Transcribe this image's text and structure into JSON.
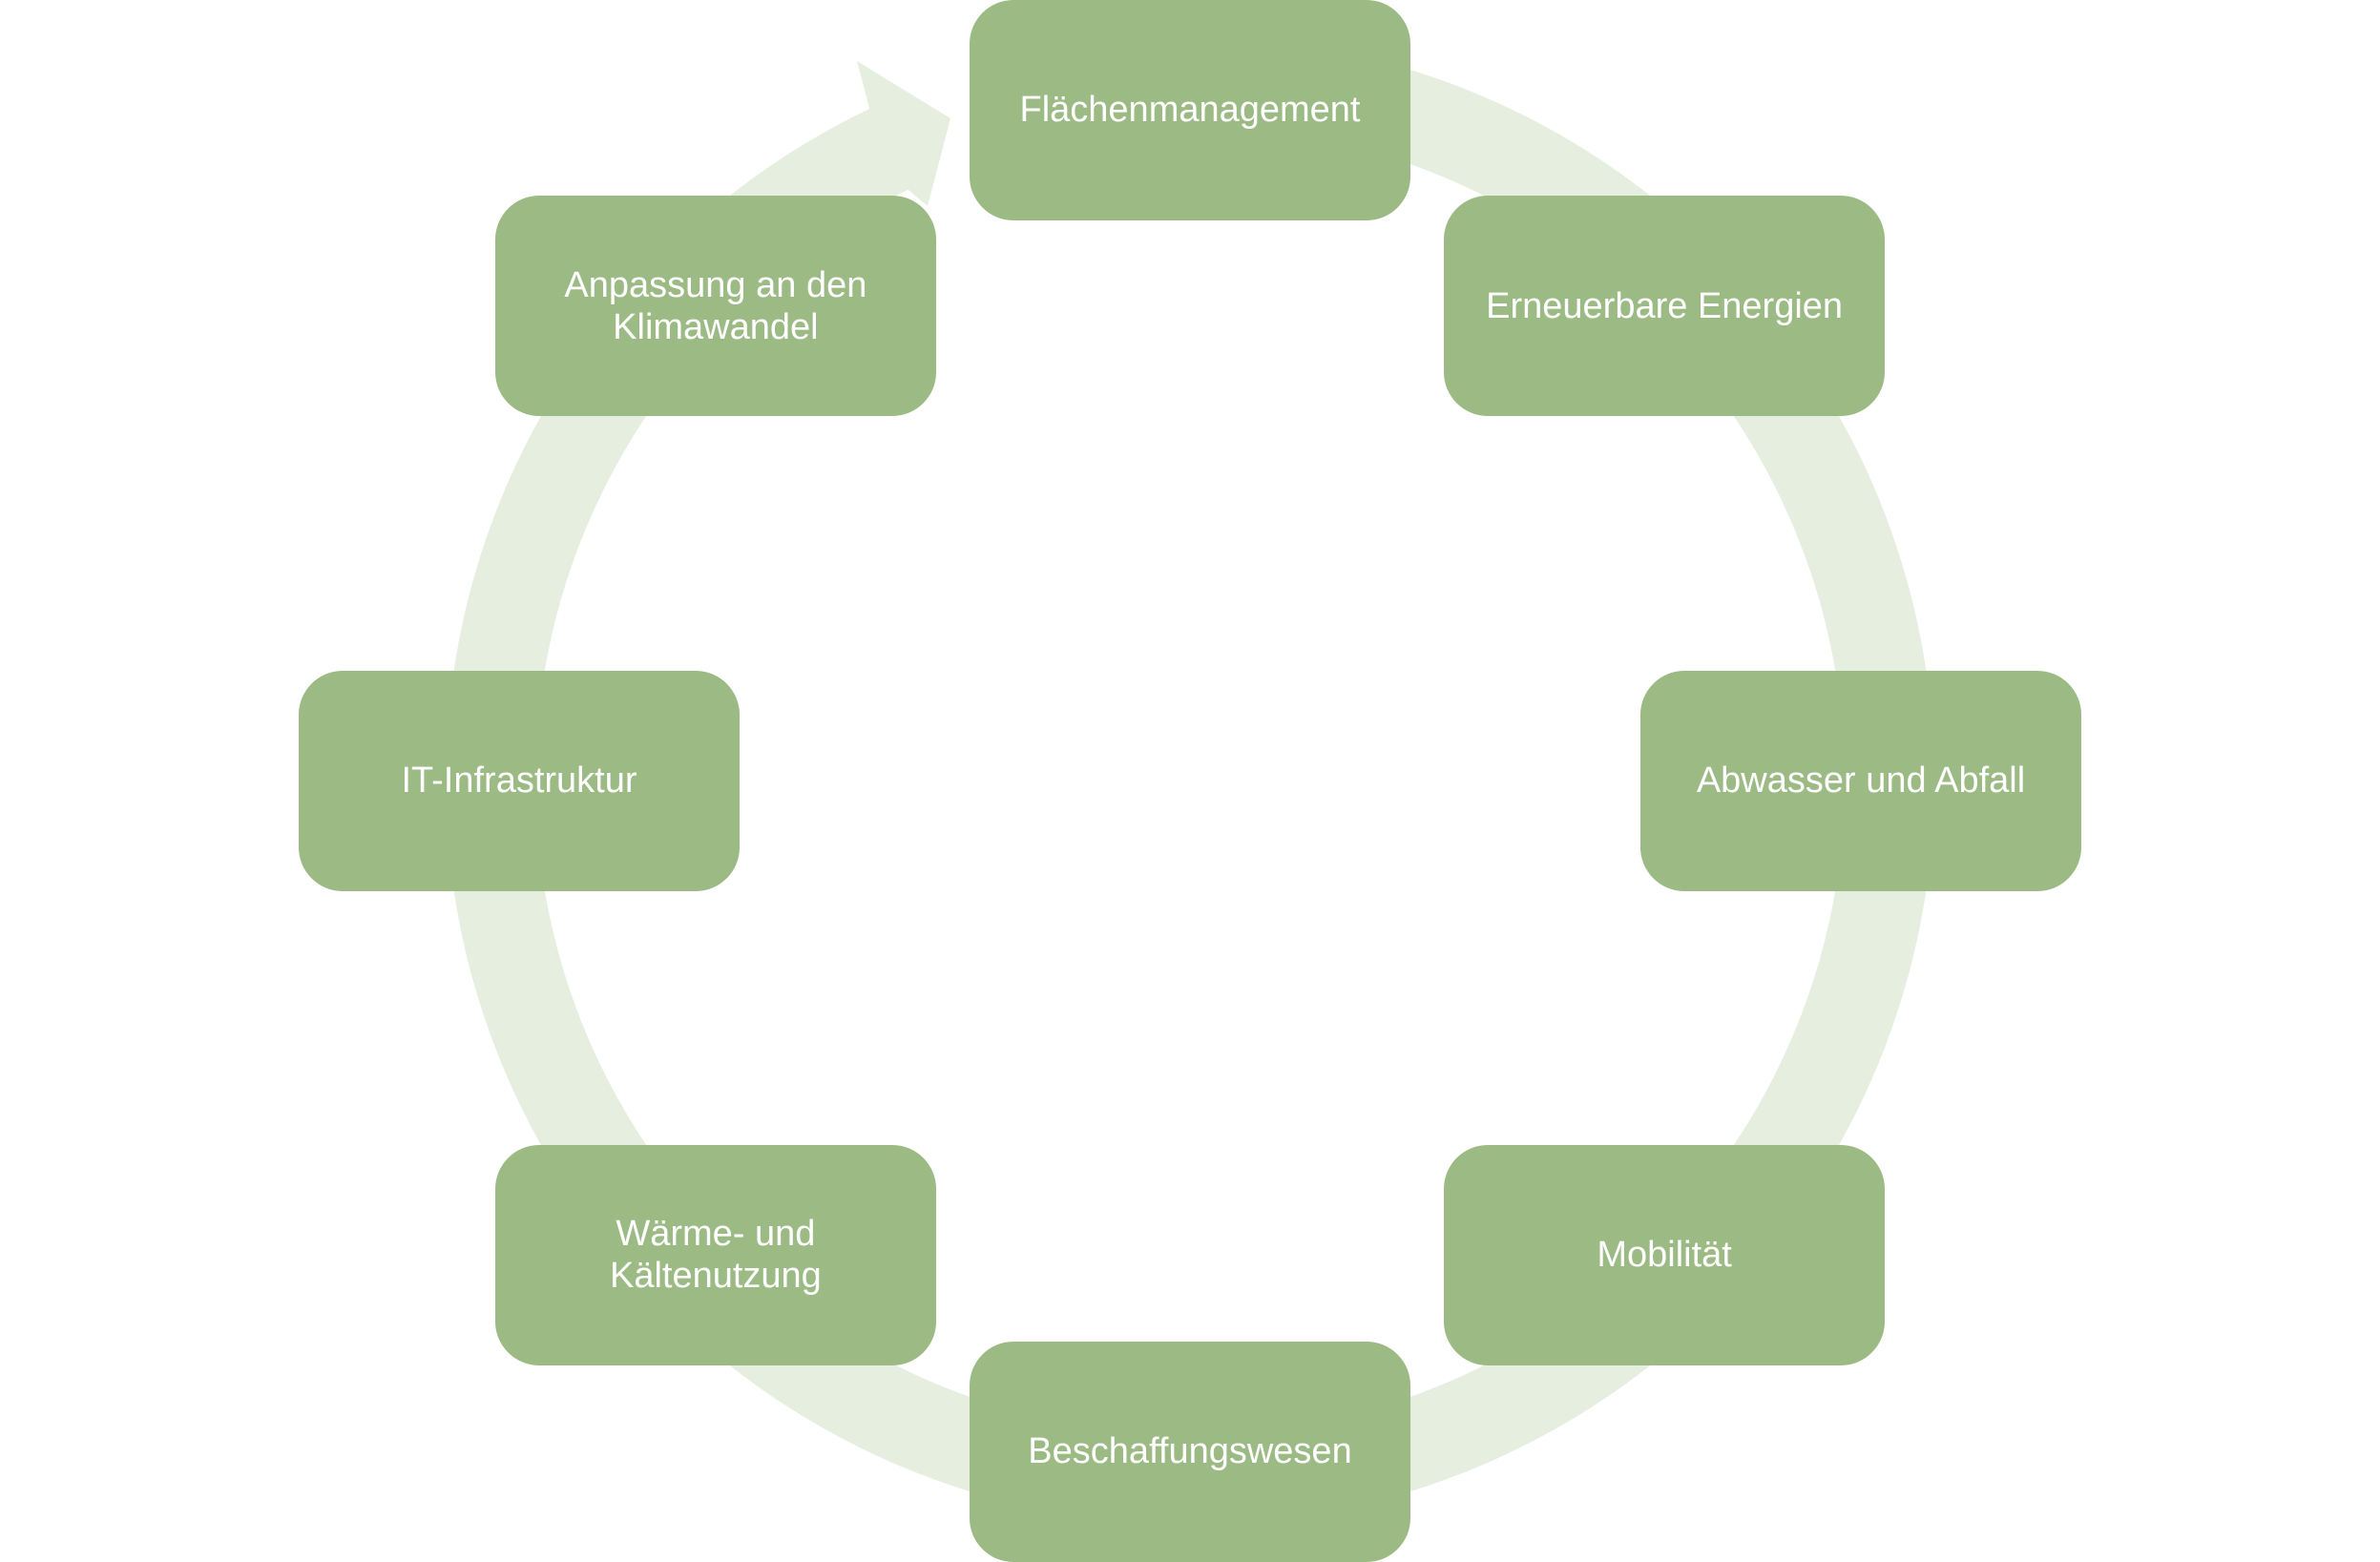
{
  "diagram": {
    "type": "cycle",
    "direction": "clockwise",
    "colors": {
      "node_fill": "#9BBA84",
      "node_text": "#FFFFFF",
      "ring_fill": "#E6EEE0",
      "background": "#FFFFFF"
    },
    "nodes": [
      {
        "id": "flaechenmanagement",
        "label": "Flächenmanagement"
      },
      {
        "id": "erneuerbare-energien",
        "label": "Erneuerbare Energien"
      },
      {
        "id": "abwasser-und-abfall",
        "label": "Abwasser und Abfall"
      },
      {
        "id": "mobilitaet",
        "label": "Mobilität"
      },
      {
        "id": "beschaffungswesen",
        "label": "Beschaffungswesen"
      },
      {
        "id": "waerme-und-kaeltenutzung",
        "label": "Wärme- und\nKältenutzung"
      },
      {
        "id": "it-infrastruktur",
        "label": "IT-Infrastruktur"
      },
      {
        "id": "anpassung-an-den-klimawandel",
        "label": "Anpassung an den\nKlimawandel"
      }
    ]
  }
}
